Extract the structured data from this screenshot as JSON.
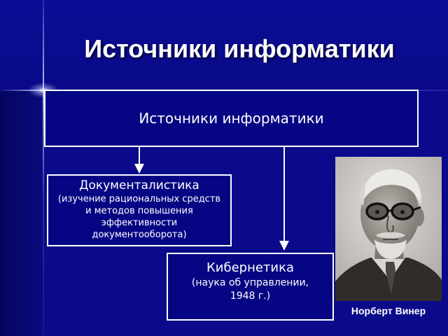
{
  "slide": {
    "title": "Источники информатики"
  },
  "diagram": {
    "root": {
      "label": "Источники информатики"
    },
    "branches": [
      {
        "title": "Документалистика",
        "description_lines": [
          "(изучение рациональных средств",
          "и методов повышения",
          "эффективности",
          "документооборота)"
        ]
      },
      {
        "title": "Кибернетика",
        "description_lines": [
          "(наука об управлении,",
          "1948 г.)"
        ]
      }
    ]
  },
  "portrait": {
    "caption": "Норберт Винер"
  },
  "colors": {
    "background": "#0a0a8a",
    "box_fill": "#060684",
    "box_border": "#ffffff",
    "text": "#ffffff"
  }
}
